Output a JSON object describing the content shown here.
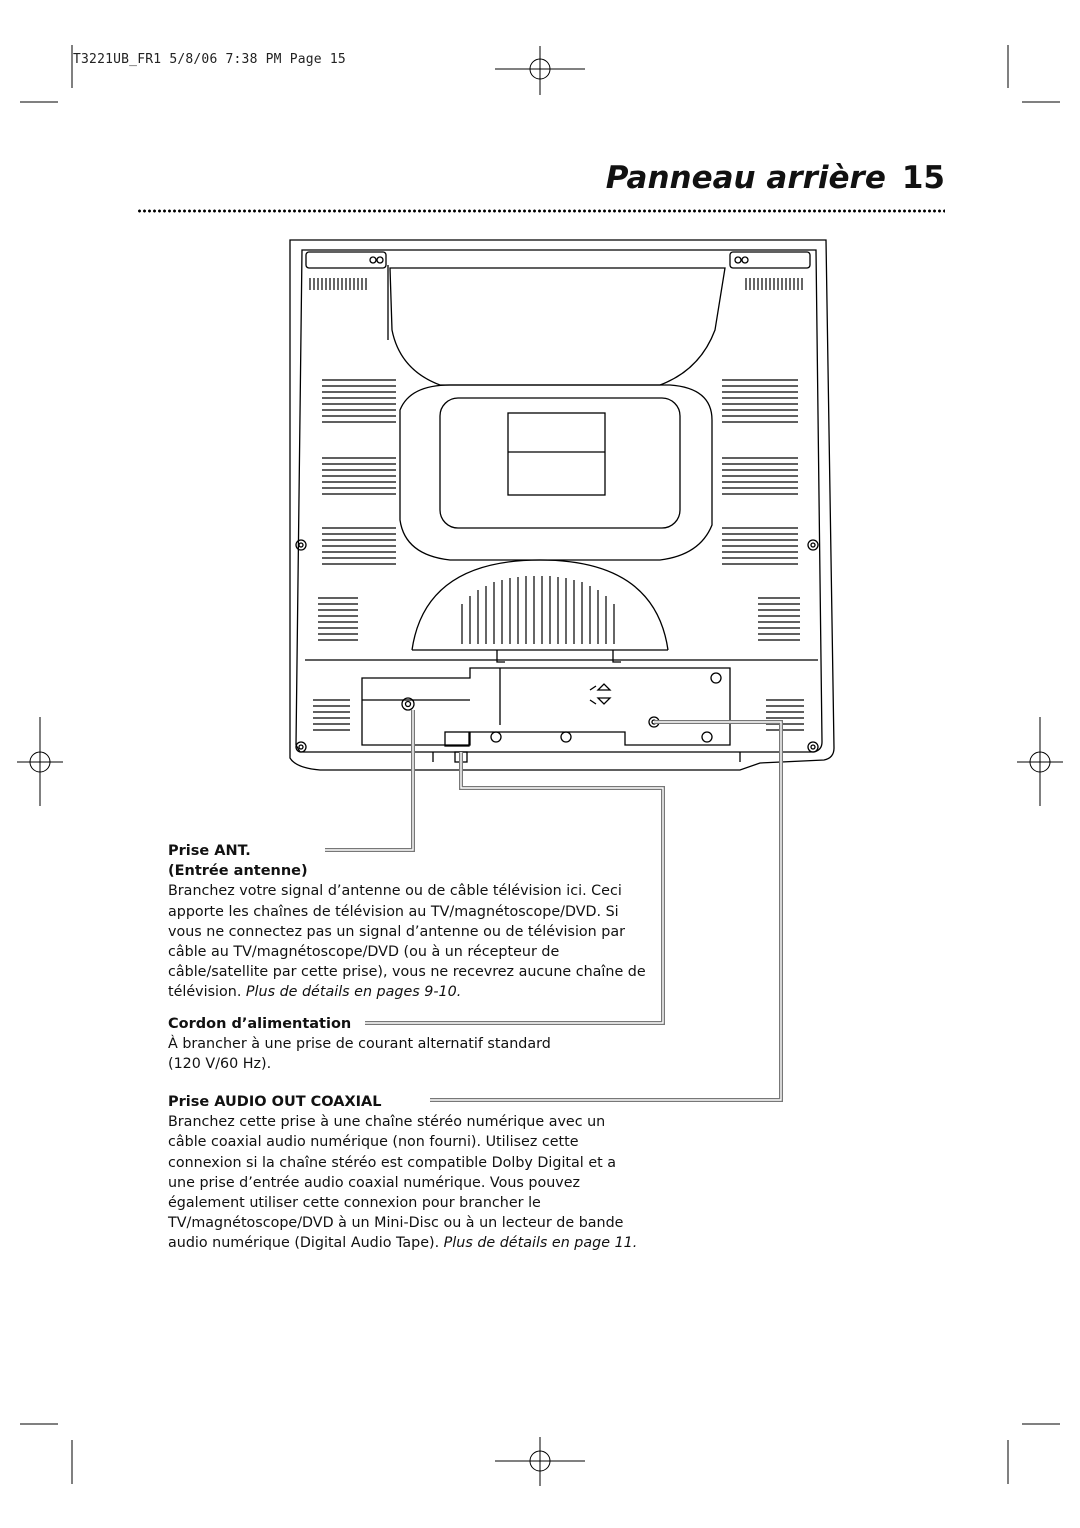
{
  "slug": "T3221UB_FR1  5/8/06  7:38 PM  Page 15",
  "header": {
    "title": "Panneau arrière",
    "page_number": "15"
  },
  "sections": [
    {
      "label": "Prise ANT.",
      "label_sub": "(Entrée antenne)",
      "lines": [
        "Branchez votre signal d’antenne ou de câble télévision ici. Ceci",
        "apporte les chaînes de télévision au TV/magnétoscope/DVD. Si",
        "vous ne connectez pas un signal d’antenne ou de télévision par",
        "câble au TV/magnétoscope/DVD (ou à un récepteur de",
        "câble/satellite par cette prise), vous ne recevrez aucune chaîne de"
      ],
      "last_line": "télévision. ",
      "last_ref": "Plus de détails en pages 9-10."
    },
    {
      "label": "Cordon d’alimentation",
      "lines": [
        "À brancher à une prise de courant alternatif standard",
        "(120 V/60 Hz)."
      ]
    },
    {
      "label": "Prise AUDIO OUT COAXIAL",
      "lines": [
        "Branchez cette prise à une chaîne stéréo numérique avec un",
        "câble coaxial audio numérique (non fourni). Utilisez cette",
        "connexion si la chaîne stéréo est compatible Dolby Digital et a",
        "une prise d’entrée audio coaxial numérique. Vous pouvez",
        "également utiliser cette connexion pour brancher le",
        "TV/magnétoscope/DVD à un Mini-Disc ou à un lecteur de bande"
      ],
      "last_line": "audio numérique (Digital Audio Tape). ",
      "last_ref": "Plus de détails en page 11."
    }
  ]
}
